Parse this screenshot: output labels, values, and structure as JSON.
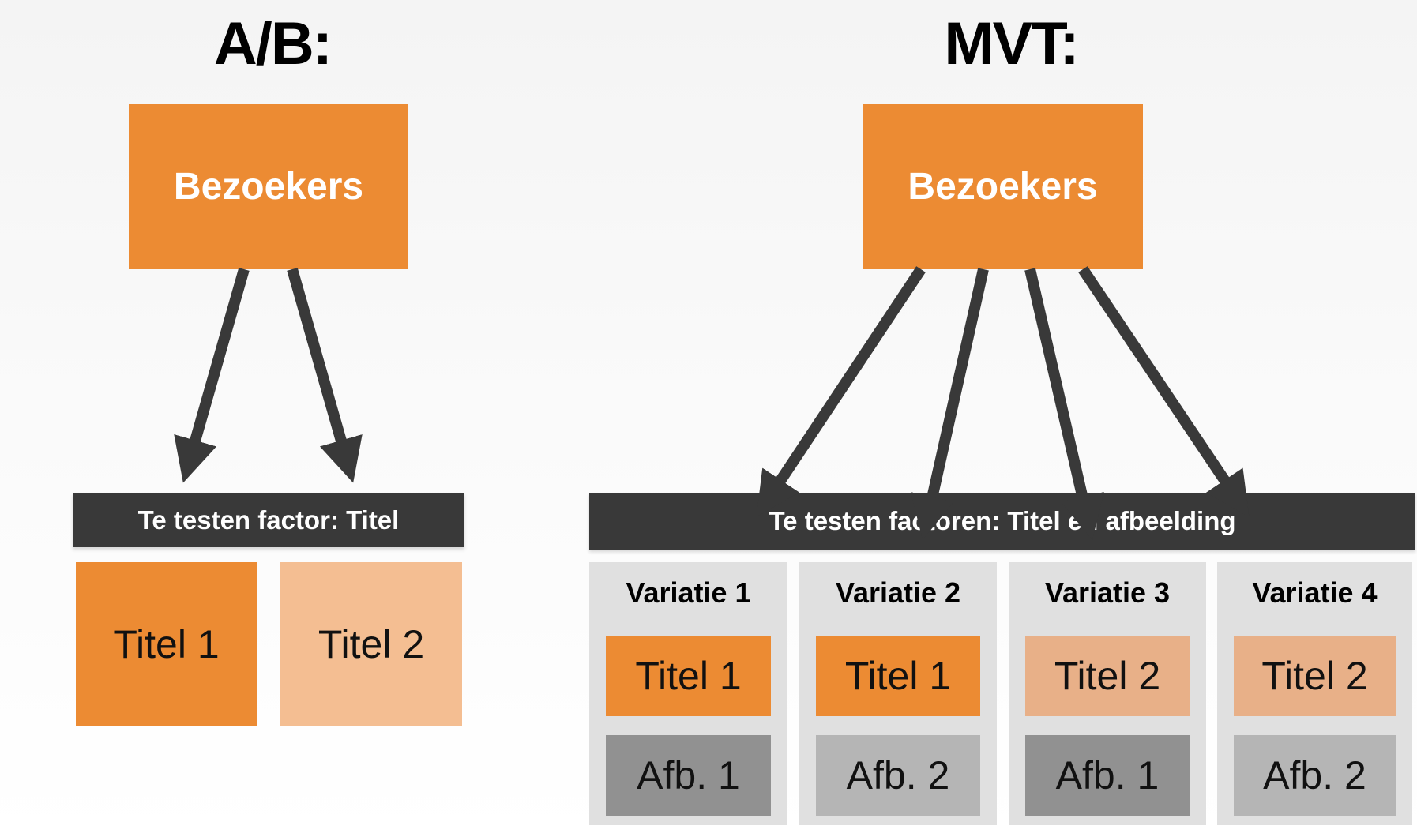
{
  "colors": {
    "primary_orange": "#ec8b33",
    "light_orange_ab": "#f4be92",
    "light_orange_mvt": "#e8b088",
    "dark_gray": "#919191",
    "light_gray": "#b5b5b5",
    "bar_dark": "#393939",
    "variation_bg": "#e0e0e0"
  },
  "ab": {
    "title": "A/B:",
    "source": "Bezoekers",
    "factor": "Te testen factor: Titel",
    "variants": [
      {
        "label": "Titel 1",
        "tone": "primary"
      },
      {
        "label": "Titel 2",
        "tone": "light"
      }
    ]
  },
  "mvt": {
    "title": "MVT:",
    "source": "Bezoekers",
    "factor": "Te testen factoren: Titel en afbeelding",
    "variations": [
      {
        "label": "Variatie 1",
        "title": "Titel 1",
        "title_tone": "primary",
        "image": "Afb. 1",
        "image_tone": "dark"
      },
      {
        "label": "Variatie 2",
        "title": "Titel 1",
        "title_tone": "primary",
        "image": "Afb. 2",
        "image_tone": "light"
      },
      {
        "label": "Variatie 3",
        "title": "Titel 2",
        "title_tone": "light",
        "image": "Afb. 1",
        "image_tone": "dark"
      },
      {
        "label": "Variatie 4",
        "title": "Titel 2",
        "title_tone": "light",
        "image": "Afb. 2",
        "image_tone": "light"
      }
    ]
  }
}
